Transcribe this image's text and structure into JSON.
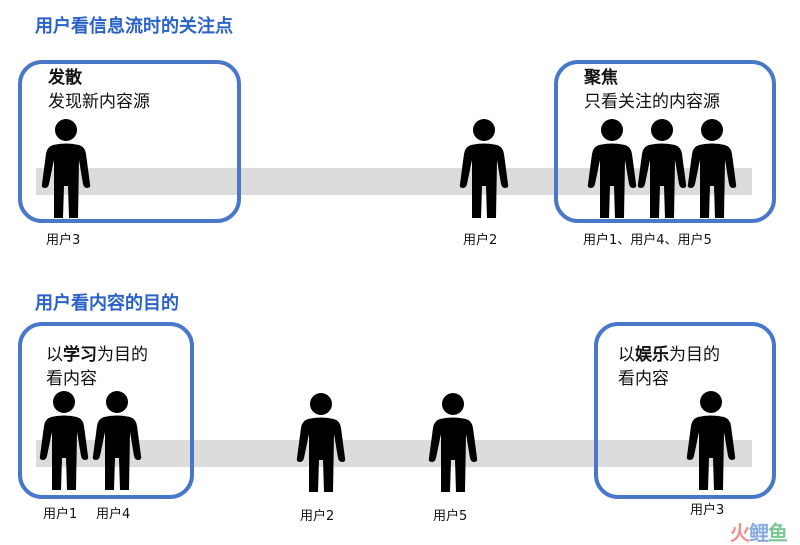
{
  "section1": {
    "title": "用户看信息流时的关注点",
    "left_box": {
      "heading": "发散",
      "text": "发现新内容源"
    },
    "right_box": {
      "heading": "聚焦",
      "text": "只看关注的内容源"
    },
    "labels": [
      "用户3",
      "用户2",
      "用户1、用户4、用户5"
    ]
  },
  "section2": {
    "title": "用户看内容的目的",
    "left_box": {
      "pre": "以",
      "bold": "学习",
      "post": "为目的",
      "line2": "看内容"
    },
    "right_box": {
      "pre": "以",
      "bold": "娱乐",
      "post": "为目的",
      "line2": "看内容"
    },
    "labels": [
      "用户1",
      "用户4",
      "用户2",
      "用户5",
      "用户3"
    ]
  },
  "watermark": {
    "logo": "火鲤鱼",
    "colors": [
      "#f08080",
      "#7fa3e0",
      "#6cc38a"
    ]
  }
}
